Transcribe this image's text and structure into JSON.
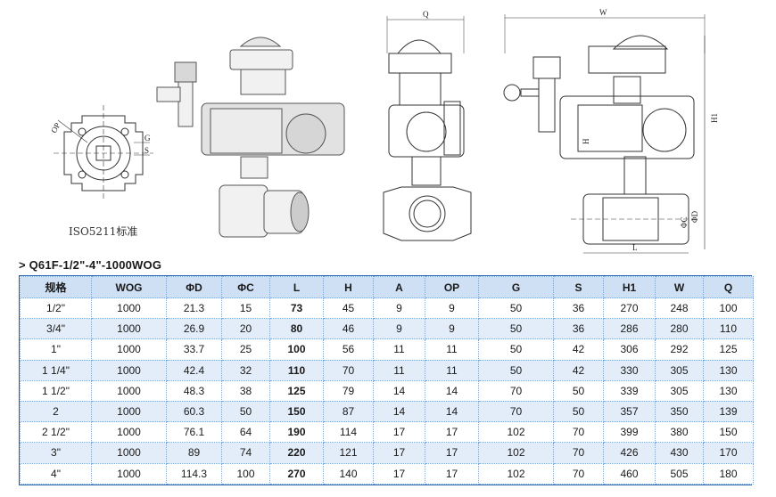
{
  "drawing": {
    "iso_label": "ISO5211标准",
    "flange_labels": {
      "op": "OP",
      "g": "G",
      "s": "S"
    },
    "dims": {
      "q": "Q",
      "w": "W",
      "h": "H",
      "h1": "H1",
      "l": "L",
      "phi_c": "ΦC",
      "phi_d": "ΦD"
    }
  },
  "title": "> Q61F-1/2\"-4\"-1000WOG",
  "table": {
    "headers": [
      "规格",
      "WOG",
      "ΦD",
      "ΦC",
      "L",
      "H",
      "A",
      "OP",
      "G",
      "S",
      "H1",
      "W",
      "Q"
    ],
    "rows": [
      [
        "1/2\"",
        "1000",
        "21.3",
        "15",
        "73",
        "45",
        "9",
        "9",
        "50",
        "36",
        "270",
        "248",
        "100"
      ],
      [
        "3/4\"",
        "1000",
        "26.9",
        "20",
        "80",
        "46",
        "9",
        "9",
        "50",
        "36",
        "286",
        "280",
        "110"
      ],
      [
        "1\"",
        "1000",
        "33.7",
        "25",
        "100",
        "56",
        "11",
        "11",
        "50",
        "42",
        "306",
        "292",
        "125"
      ],
      [
        "1 1/4\"",
        "1000",
        "42.4",
        "32",
        "110",
        "70",
        "11",
        "11",
        "50",
        "42",
        "330",
        "305",
        "130"
      ],
      [
        "1 1/2\"",
        "1000",
        "48.3",
        "38",
        "125",
        "79",
        "14",
        "14",
        "70",
        "50",
        "339",
        "305",
        "130"
      ],
      [
        "2",
        "1000",
        "60.3",
        "50",
        "150",
        "87",
        "14",
        "14",
        "70",
        "50",
        "357",
        "350",
        "139"
      ],
      [
        "2 1/2\"",
        "1000",
        "76.1",
        "64",
        "190",
        "114",
        "17",
        "17",
        "102",
        "70",
        "399",
        "380",
        "150"
      ],
      [
        "3\"",
        "1000",
        "89",
        "74",
        "220",
        "121",
        "17",
        "17",
        "102",
        "70",
        "426",
        "430",
        "170"
      ],
      [
        "4\"",
        "1000",
        "114.3",
        "100",
        "270",
        "140",
        "17",
        "17",
        "102",
        "70",
        "460",
        "505",
        "180"
      ]
    ]
  }
}
